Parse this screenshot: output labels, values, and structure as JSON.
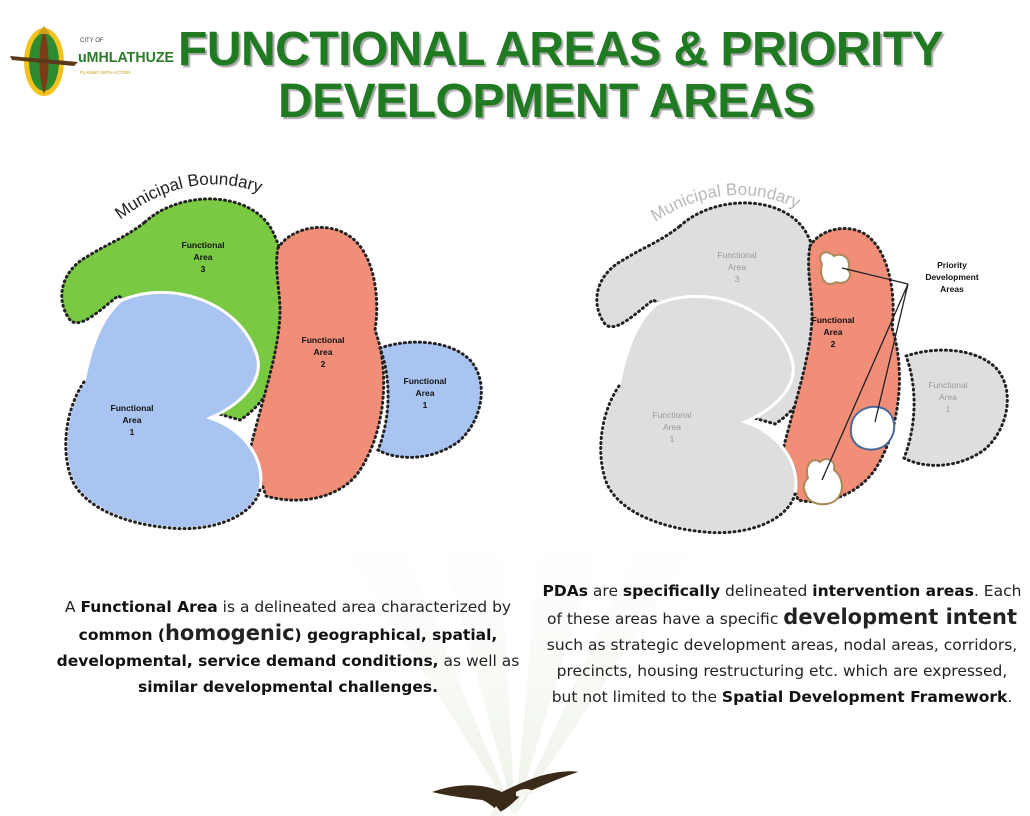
{
  "logo": {
    "city_of": "CITY OF",
    "name": "uMHLATHUZE",
    "tagline": "PLANING WITH ACTION",
    "icon": "umhlathuze-crest-icon"
  },
  "title": {
    "line1": "FUNCTIONAL AREAS & PRIORITY",
    "line2": "DEVELOPMENT AREAS"
  },
  "colors": {
    "title_green": "#1f7a22",
    "fa3_green": "#7ac943",
    "fa2_salmon": "#f08e78",
    "fa1_blue": "#a9c4f0",
    "dim_grey": "#dcdcdc"
  },
  "left_diagram": {
    "boundary_label": "Municipal Boundary",
    "areas": [
      {
        "line1": "Functional",
        "line2": "Area",
        "number": "3"
      },
      {
        "line1": "Functional",
        "line2": "Area",
        "number": "2"
      },
      {
        "line1": "Functional",
        "line2": "Area",
        "number": "1"
      },
      {
        "line1": "Functional",
        "line2": "Area",
        "number": "1"
      }
    ]
  },
  "right_diagram": {
    "boundary_label": "Municipal Boundary",
    "areas": [
      {
        "line1": "Functional",
        "line2": "Area",
        "number": "3"
      },
      {
        "line1": "Functional",
        "line2": "Area",
        "number": "2"
      },
      {
        "line1": "Functional",
        "line2": "Area",
        "number": "1"
      },
      {
        "line1": "Functional",
        "line2": "Area",
        "number": "1"
      }
    ],
    "pda_callout": {
      "line1": "Priority",
      "line2": "Development",
      "line3": "Areas"
    }
  },
  "desc_left": {
    "p1": "A ",
    "p2": "Functional Area",
    "p3": " is a delineated area characterized by ",
    "p4": "common (",
    "p5": "homogenic",
    "p6": ") geographical, spatial, developmental, service demand conditions,",
    "p7": " as well as ",
    "p8": "similar developmental challenges."
  },
  "desc_right": {
    "p1": "PDAs",
    "p2": " are ",
    "p3": "specifically",
    "p4": " delineated ",
    "p5": "intervention areas",
    "p6": ". Each of these areas have a specific ",
    "p7": "development intent",
    "p8": " such as strategic development areas, nodal areas, corridors, precincts, housing restructuring etc. which are expressed, but not limited to the ",
    "p9": "Spatial Development Framework",
    "p10": "."
  },
  "eagle": {
    "icon": "fish-eagle-icon"
  }
}
